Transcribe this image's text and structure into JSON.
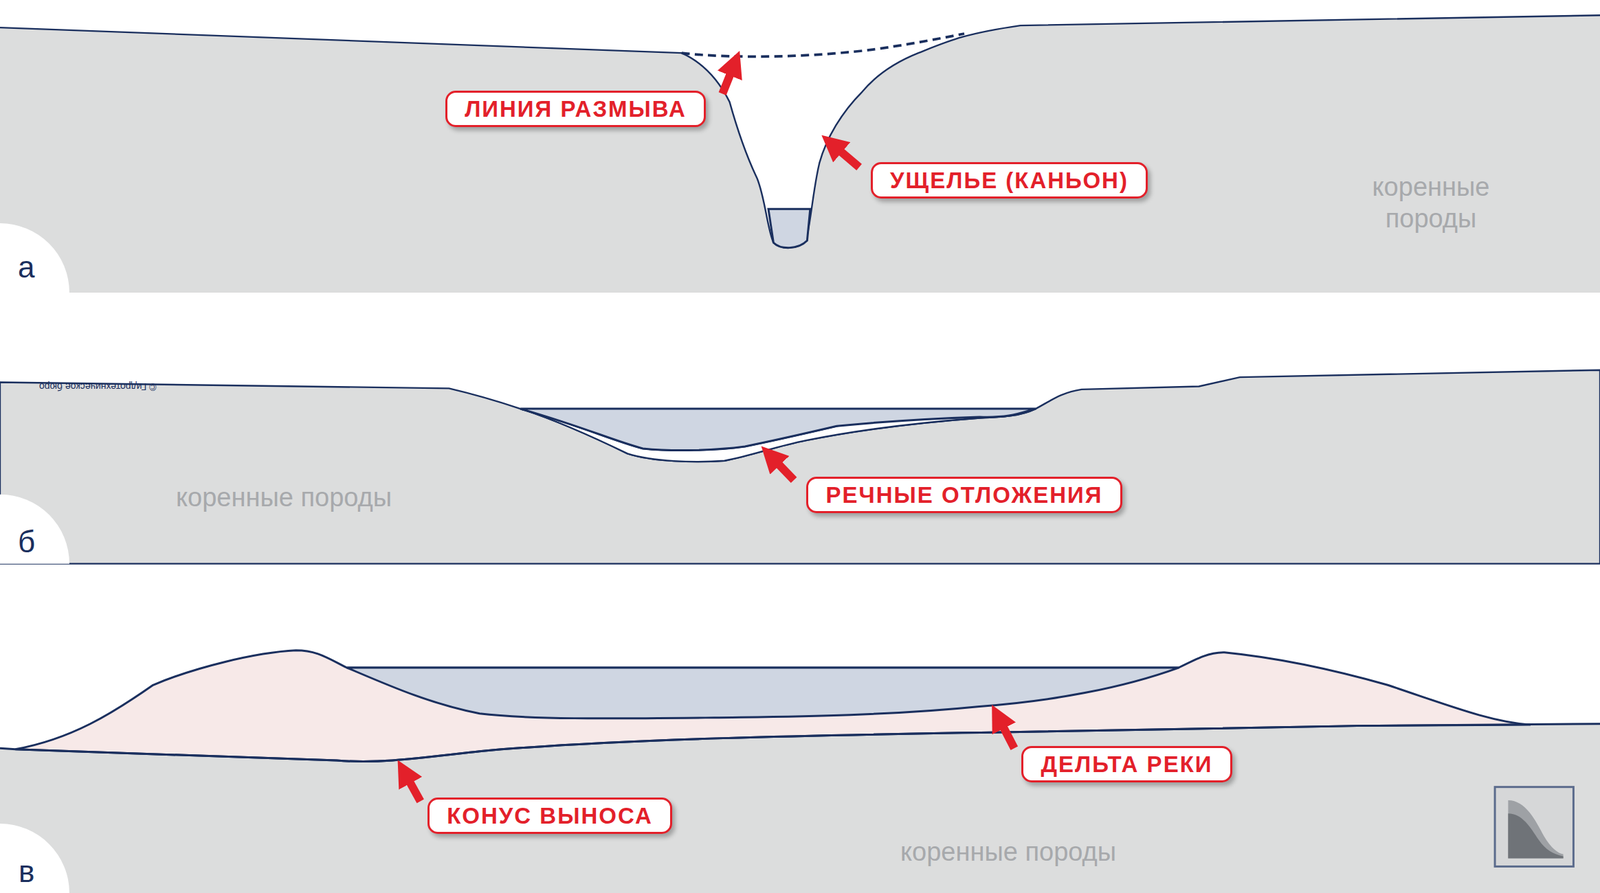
{
  "diagram": {
    "nodes": [
      {
        "text": [
          "ЛИНИЯ РАЗМЫВА"
        ]
      },
      {
        "text": [
          "УЩЕЛЬЕ (КАНЬОН)"
        ]
      },
      {
        "text": [
          "РЕЧНЫЕ ОТЛОЖЕНИЯ"
        ]
      },
      {
        "text": [
          "ДЕЛЬТА РЕКИ"
        ]
      },
      {
        "text": [
          "КОНУС ВЫНОСА"
        ]
      }
    ],
    "labels": [
      "коренные породы",
      "а",
      "© Гидротехническое бюро",
      "коренные породы",
      "б",
      "коренные породы",
      "в"
    ]
  }
}
